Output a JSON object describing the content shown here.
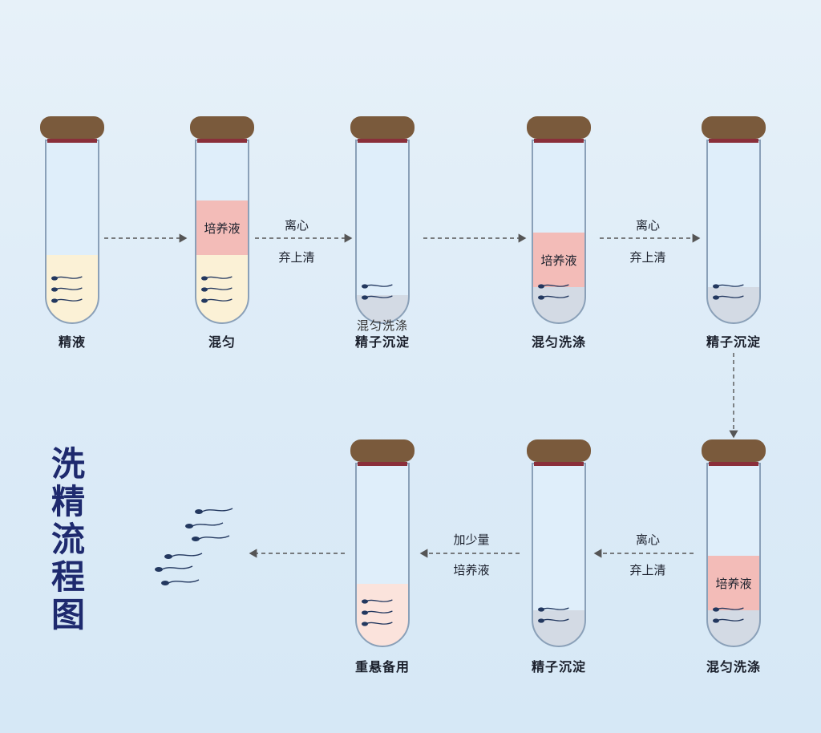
{
  "title": [
    "洗",
    "精",
    "流",
    "程",
    "图"
  ],
  "colors": {
    "cap": "#7a5a3c",
    "cap_band": "#8a2f3a",
    "glass_fill": "#dfeefa",
    "glass_stroke": "#8aa0b8",
    "semen": "#fbf1d6",
    "medium": "#f3bcb8",
    "medium_resuspend": "#fbe3dc",
    "sediment": "#d3dae4",
    "sperm": "#23385f",
    "arrow": "#555555"
  },
  "tubes": [
    {
      "label": "精液",
      "layers": [
        {
          "kind": "semen",
          "text": ""
        }
      ],
      "sperm": 3
    },
    {
      "label": "混匀",
      "layers": [
        {
          "kind": "semen",
          "text": ""
        },
        {
          "kind": "medium",
          "text": "培养液"
        }
      ],
      "sperm": 3
    },
    {
      "label": "精子沉淀",
      "label_extra": "混匀洗涤",
      "layers": [
        {
          "kind": "sediment",
          "text": ""
        }
      ],
      "sperm": 2
    },
    {
      "label": "混匀洗涤",
      "layers": [
        {
          "kind": "sediment",
          "text": ""
        },
        {
          "kind": "medium",
          "text": "培养液"
        }
      ],
      "sperm": 2
    },
    {
      "label": "精子沉淀",
      "layers": [
        {
          "kind": "sediment",
          "text": ""
        }
      ],
      "sperm": 2
    },
    {
      "label": "混匀洗涤",
      "layers": [
        {
          "kind": "sediment",
          "text": ""
        },
        {
          "kind": "medium",
          "text": "培养液"
        }
      ],
      "sperm": 2
    },
    {
      "label": "精子沉淀",
      "layers": [
        {
          "kind": "sediment",
          "text": ""
        }
      ],
      "sperm": 2
    },
    {
      "label": "重悬备用",
      "layers": [
        {
          "kind": "medium_resuspend",
          "text": ""
        }
      ],
      "sperm": 3
    }
  ],
  "steps": [
    {
      "line1": "离心",
      "line2": "弃上清"
    },
    {
      "line1": "离心",
      "line2": "弃上清"
    },
    {
      "line1": "离心",
      "line2": "弃上清"
    },
    {
      "line1": "加少量",
      "line2": "培养液"
    }
  ],
  "free_sperm": 6
}
